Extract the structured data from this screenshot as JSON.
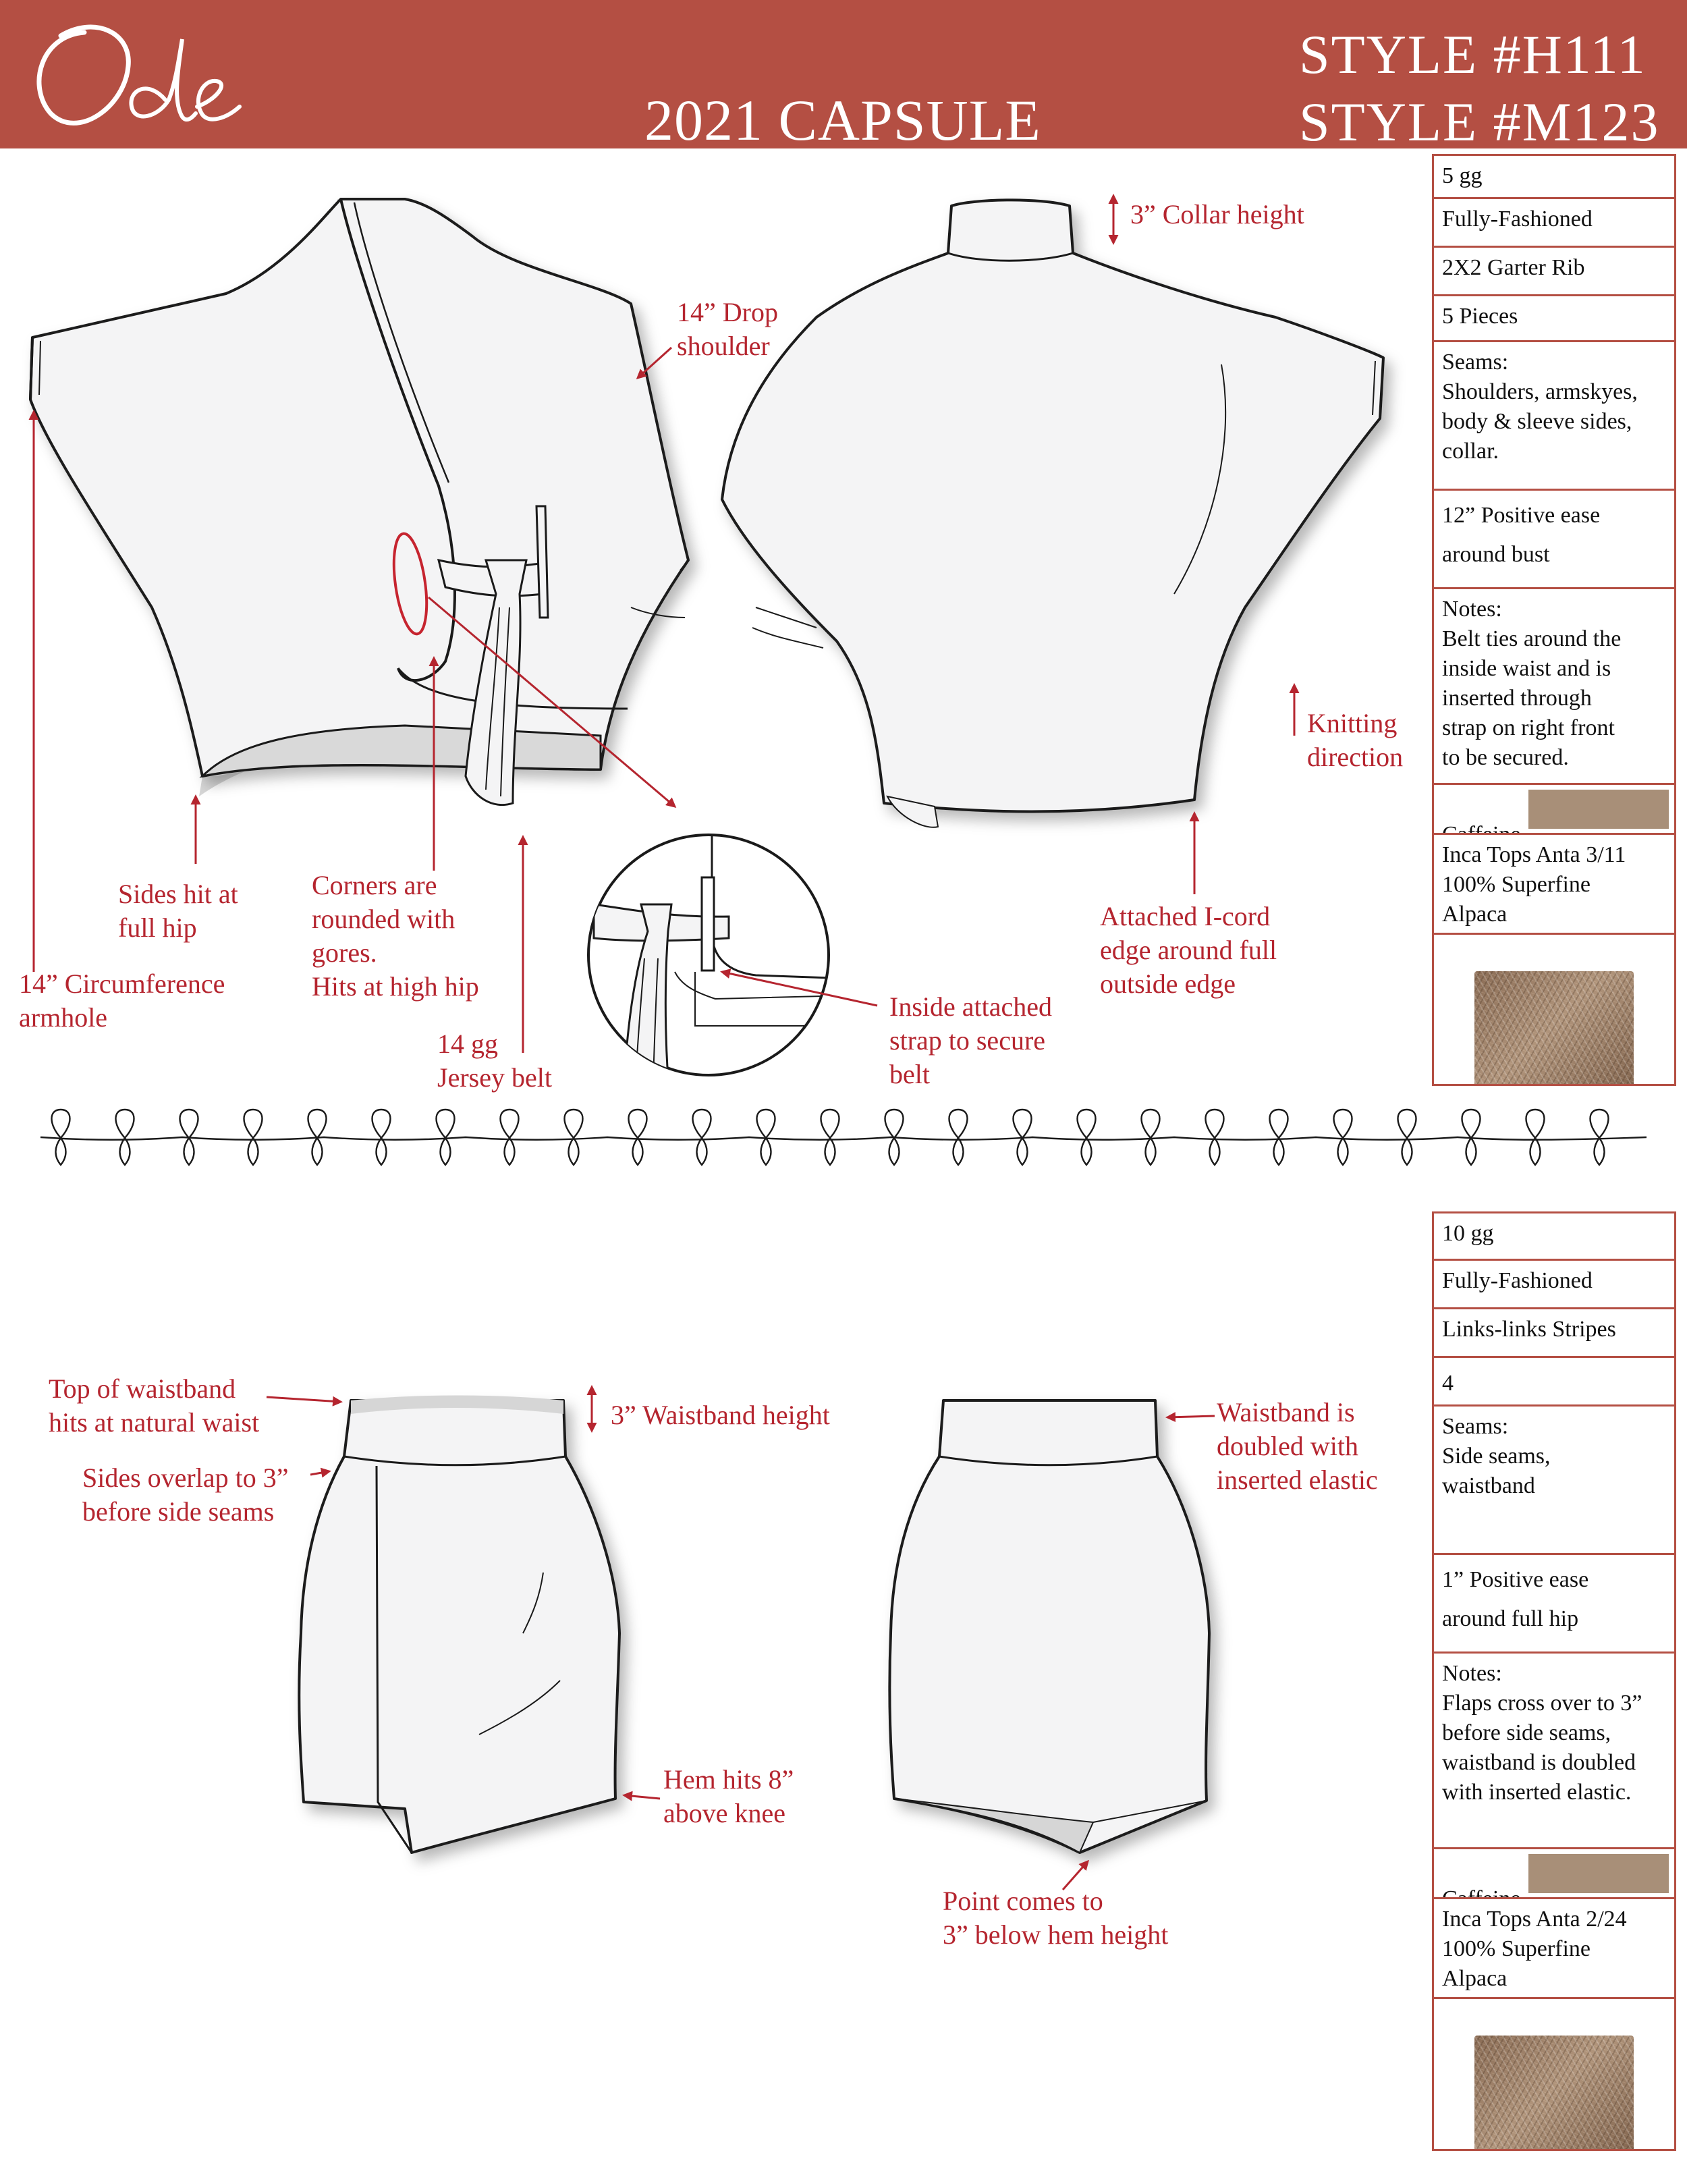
{
  "brand": {
    "logo_text": "Ode"
  },
  "header": {
    "capsule": "2021 CAPSULE",
    "style_top": "STYLE #H111",
    "style_bottom": "STYLE #M123"
  },
  "top_labels": {
    "drop_shoulder": "14” Drop\nshoulder",
    "collar_height": "3” Collar height",
    "knitting_direction": "Knitting\ndirection",
    "sides_hit": "Sides hit at\nfull hip",
    "corners": "Corners are\nrounded with\ngores.\nHits at high hip",
    "armhole": "14” Circumference\narmhole",
    "jersey_belt": "14 gg\nJersey belt",
    "inside_strap": "Inside attached\nstrap to secure\nbelt",
    "icord": "Attached I-cord\nedge around full\noutside edge"
  },
  "bottom_labels": {
    "top_waistband": "Top of waistband\nhits at natural waist",
    "sides_overlap": "Sides overlap to 3”\nbefore side seams",
    "waistband_height": "3” Waistband height",
    "waistband_doubled": "Waistband is\ndoubled with\ninserted elastic",
    "hem_hits": "Hem hits 8”\nabove knee",
    "point": "Point comes to\n3” below hem height"
  },
  "spec_top": {
    "gauge": "5 gg",
    "construction": "Fully-Fashioned",
    "stitch": "2X2 Garter Rib",
    "pieces": "5 Pieces",
    "seams": "Seams:\nShoulders, armskyes,\nbody & sleeve sides,\ncollar.",
    "ease": "12” Positive ease\naround bust",
    "notes": "Notes:\nBelt ties around the\ninside waist and is\ninserted through\nstrap on right front\nto be secured.",
    "color_name": "Caffeine",
    "color_hex": "#a88f78",
    "yarn": "Inca Tops Anta 3/11\n100% Superfine\nAlpaca"
  },
  "spec_bottom": {
    "gauge": "10 gg",
    "construction": "Fully-Fashioned",
    "stitch": "Links-links Stripes",
    "pieces": "4",
    "seams": "Seams:\nSide seams,\nwaistband",
    "ease": "1” Positive ease\naround full hip",
    "notes": "Notes:\nFlaps cross over to 3”\nbefore side seams,\nwaistband is doubled\nwith inserted elastic.",
    "color_name": "Caffeine",
    "color_hex": "#a88f78",
    "yarn": "Inca Tops Anta 2/24\n100% Superfine\nAlpaca"
  }
}
